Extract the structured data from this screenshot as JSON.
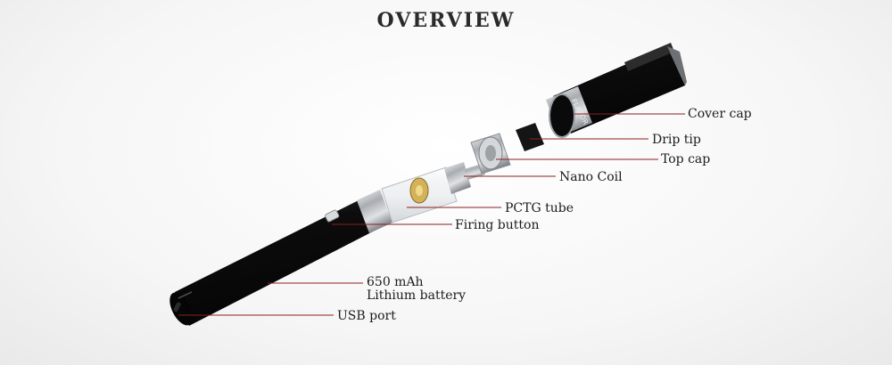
{
  "title": "OVERVIEW",
  "cap_brand": "FLAVOR",
  "colors": {
    "leader": "#8c1f1f",
    "body": "#111111",
    "steel": "#bfc3c7"
  },
  "labels": {
    "cover_cap": "Cover cap",
    "drip_tip": "Drip tip",
    "top_cap": "Top cap",
    "nano_coil": "Nano Coil",
    "pctg_tube": "PCTG tube",
    "firing_button": "Firing button",
    "battery_line1": "650 mAh",
    "battery_line2": "Lithium battery",
    "usb_port": "USB port"
  }
}
